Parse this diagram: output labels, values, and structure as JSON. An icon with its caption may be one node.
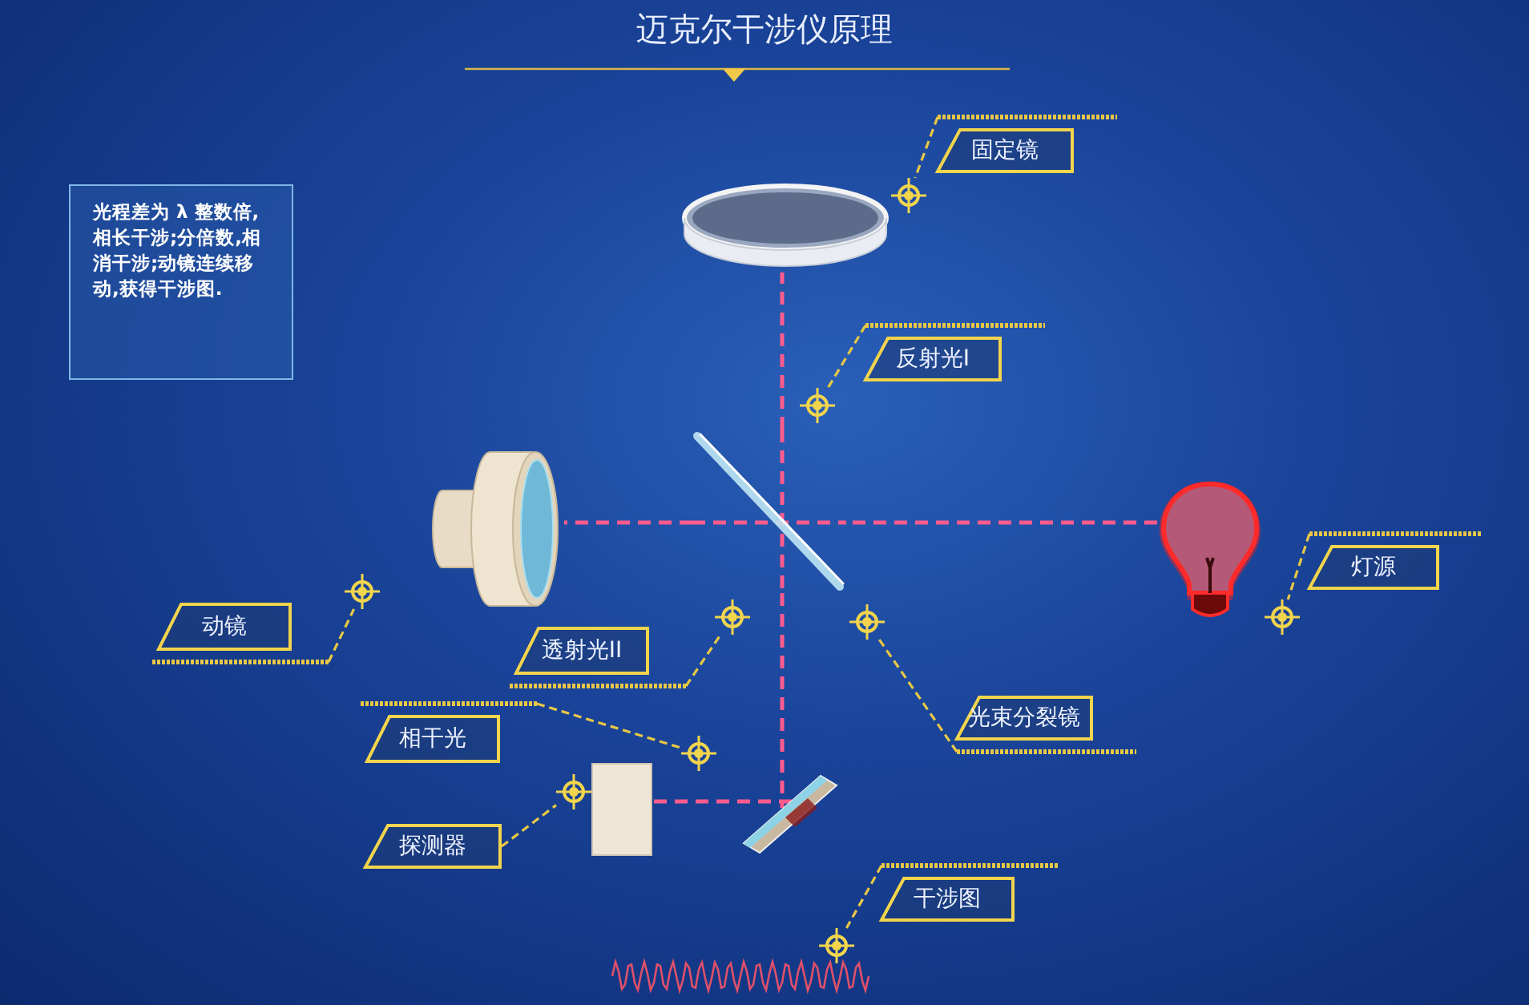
{
  "diagram": {
    "title": "迈克尔干涉仪原理",
    "nodes": [
      {
        "text": [
          "光程差为 λ 整数倍,相长干涉;分倍数,相消干涉;动镜连续移动,获得干涉图."
        ]
      },
      {
        "text": [
          "固定镜"
        ]
      },
      {
        "text": [],
        "shape": "picture"
      },
      {
        "text": [],
        "shape": "crosshair"
      },
      {
        "text": [
          "反射光I"
        ]
      },
      {
        "text": [],
        "shape": "crosshair"
      },
      {
        "text": [],
        "shape": "picture"
      },
      {
        "text": [],
        "shape": "picture"
      },
      {
        "text": [],
        "shape": "picture"
      },
      {
        "text": [
          "灯源"
        ]
      },
      {
        "text": [],
        "shape": "crosshair"
      },
      {
        "text": [
          "动镜"
        ]
      },
      {
        "text": [],
        "shape": "crosshair"
      },
      {
        "text": [
          "透射光II"
        ]
      },
      {
        "text": [],
        "shape": "crosshair"
      },
      {
        "text": [],
        "shape": "crosshair"
      },
      {
        "text": [
          "光束分裂镜"
        ]
      },
      {
        "text": [
          "相干光"
        ]
      },
      {
        "text": [],
        "shape": "crosshair"
      },
      {
        "text": [],
        "shape": "box"
      },
      {
        "text": [],
        "shape": "crosshair"
      },
      {
        "text": [
          "探测器"
        ]
      },
      {
        "text": [],
        "shape": "picture"
      },
      {
        "text": [
          "干涉图"
        ]
      },
      {
        "text": [],
        "shape": "crosshair"
      },
      {
        "text": [],
        "shape": "picture"
      }
    ],
    "edges": [
      {
        "from": 1,
        "to": 3,
        "arrow": "none"
      },
      {
        "from": 4,
        "to": 5,
        "arrow": "none"
      },
      {
        "from": 9,
        "to": 10,
        "arrow": "none"
      },
      {
        "from": 11,
        "to": 12,
        "arrow": "none"
      },
      {
        "from": 13,
        "to": 14,
        "arrow": "none"
      },
      {
        "from": 16,
        "to": 15,
        "arrow": "none"
      },
      {
        "from": 17,
        "to": 18,
        "arrow": "none"
      },
      {
        "from": 21,
        "to": 20,
        "arrow": "none"
      },
      {
        "from": 23,
        "to": 24,
        "arrow": "none"
      },
      {
        "from": 8,
        "to": 7,
        "arrow": "none",
        "style": "dashed",
        "color": "#ff5c8d"
      },
      {
        "from": 7,
        "to": 2,
        "arrow": "none",
        "style": "dashed",
        "color": "#ff5c8d"
      },
      {
        "from": 7,
        "to": 6,
        "arrow": "none",
        "style": "dashed",
        "color": "#ff5c8d"
      },
      {
        "from": 7,
        "to": 22,
        "arrow": "none",
        "style": "dashed",
        "color": "#ff5c8d"
      },
      {
        "from": 22,
        "to": 19,
        "arrow": "none",
        "style": "dashed",
        "color": "#ff5c8d"
      }
    ]
  }
}
